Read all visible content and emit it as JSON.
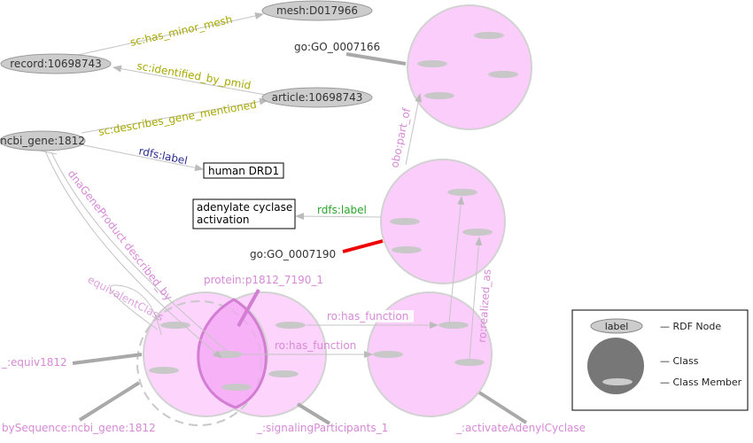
{
  "nodes": {
    "mesh": "mesh:D017966",
    "record": "record:10698743",
    "article": "article:10698743",
    "gene": "ncbi_gene:1812",
    "human_drd1": "human DRD1",
    "adenylate_line1": "adenylate cyclase",
    "adenylate_line2": "activation",
    "go_7166": "go:GO_0007166",
    "go_7190": "go:GO_0007190",
    "protein": "protein:p1812_7190_1",
    "equiv": "_:equiv1812",
    "bysequence": "bySequence:ncbi_gene:1812",
    "signaling": "_:signalingParticipants_1",
    "activate": "_:activateAdenylCyclase"
  },
  "edges": {
    "has_minor_mesh": "sc:has_minor_mesh",
    "identified_by_pmid": "sc:identified_by_pmid",
    "describes_gene": "sc:describes_gene_mentioned",
    "rdfs_label_1": "rdfs:label",
    "rdfs_label_2": "rdfs:label",
    "dna_gene_product": "dnaGeneProduct described_by",
    "equivalent_class": "equivalentClass",
    "obo_part_of": "obo:part_of",
    "has_function_1": "ro:has_function",
    "has_function_2": "ro:has_function",
    "realized_as": "ro:realized_as"
  },
  "legend": {
    "node_sample": "label",
    "rdf_node": "— RDF Node",
    "class": "— Class",
    "class_member": "— Class Member"
  },
  "colors": {
    "class_fill": "#fbcdfb",
    "node_fill": "#cccccc",
    "olive": "#a8a800",
    "pink": "#d68ad6",
    "highlight": "#ee0000"
  }
}
